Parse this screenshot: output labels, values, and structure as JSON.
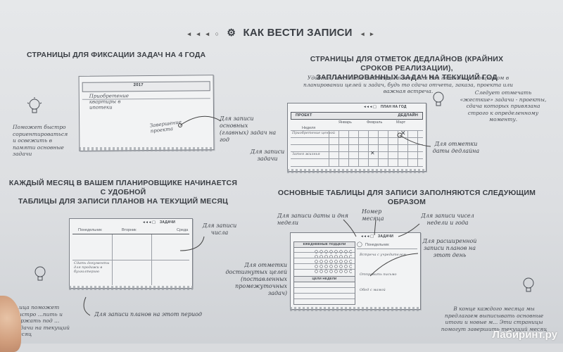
{
  "header": {
    "deco_left": "◂ ◂ ◂ ○",
    "title": "КАК ВЕСТИ ЗАПИСИ",
    "deco_right": "◂ ▸"
  },
  "sections": {
    "four_year": {
      "title": "СТРАНИЦЫ ДЛЯ ФИКСАЦИИ ЗАДАЧ НА 4 ГОДА",
      "year": "2017",
      "hand1": "Приобретение квартиры в ипотеки",
      "hand2": "Завершение проекта",
      "note": "Поможет быстро сориентироваться и освежить в памяти основные задачи",
      "callout": "Для записи основных (главных) задач на год"
    },
    "deadlines": {
      "title_line1": "СТРАНИЦЫ ДЛЯ ОТМЕТОК ДЕДЛАЙНОВ (КРАЙНИХ СРОКОВ РЕАЛИЗАЦИИ),",
      "title_line2": "ЗАПЛАНИРОВАННЫХ ЗАДАЧ НА ТЕКУЩИЙ ГОД",
      "subtitle": "Удобная, понятная таблица, станет для Вас главным помощником в планировании целей и задач, будь то сдача отчета, заказа, проекта или важная встреча.",
      "note": "Следует отмечать «жесткие» задачи - проекты, сдача которых привязана строго к определенному моменту.",
      "col_project": "ПРОЕКТ",
      "col_deadline": "ДЕДЛАЙН",
      "tag": "ПЛАН НА ГОД",
      "month1": "Январь",
      "month2": "Февраль",
      "month3": "Март",
      "week": "Неделя",
      "row1": "Приобретение ценной",
      "row2": "Затея жизнья",
      "callout_tasks": "Для записи задачи",
      "callout_deadline": "Для отметки даты дедлайна"
    },
    "monthly": {
      "title_line1": "КАЖДЫЙ МЕСЯЦ В ВАШЕМ ПЛАНИРОВЩИКЕ НАЧИНАЕТСЯ С УДОБНОЙ",
      "title_line2": "ТАБЛИЦЫ ДЛЯ ЗАПИСИ ПЛАНОВ НА ТЕКУЩИЙ МЕСЯЦ",
      "tag": "ЗАДАЧИ",
      "day1": "Понедельник",
      "day2": "Вторник",
      "day3": "Среда",
      "hand": "Сдать документы для продажи в бухгалтерию",
      "callout_number": "Для записи числа",
      "callout_plans": "Для записи планов на этот период",
      "note": "...ица поможет быстро ...пить и держать под ... задачи на текущий месяц"
    },
    "main_tables": {
      "title": "ОСНОВНЫЕ ТАБЛИЦЫ ДЛЯ ЗАПИСИ ЗАПОЛНЯЮТСЯ СЛЕДУЮЩИМ ОБРАЗОМ",
      "callout_date": "Для записи даты и дня недели",
      "callout_month": "Номер месяца",
      "callout_week": "Для записи чисел недели и года",
      "callout_goals": "Для отметки достигнутых целей (поставленных промежуточных задач)",
      "callout_plans": "Для расширенной записи планов на этот день",
      "tag": "ЗАДАЧИ",
      "day": "Понедельник",
      "left_head": "ЕЖЕДНЕВНЫЕ ПОДЦЕЛИ",
      "left_head2": "ЦЕЛИ НЕДЕЛИ",
      "hand1": "Встреча с учредителем",
      "hand2": "Отправить письмо",
      "hand3": "Обед с мамой",
      "note": "В конце каждого месяца мы предлагаем выписывать основные итоги и новые м... Эти страницы помогут завершить текущий месяц"
    }
  },
  "watermark": "Лабиринт.ру",
  "colors": {
    "paper": "#e4e6e8",
    "ink": "#3c4046",
    "line": "#9a9ea5"
  }
}
